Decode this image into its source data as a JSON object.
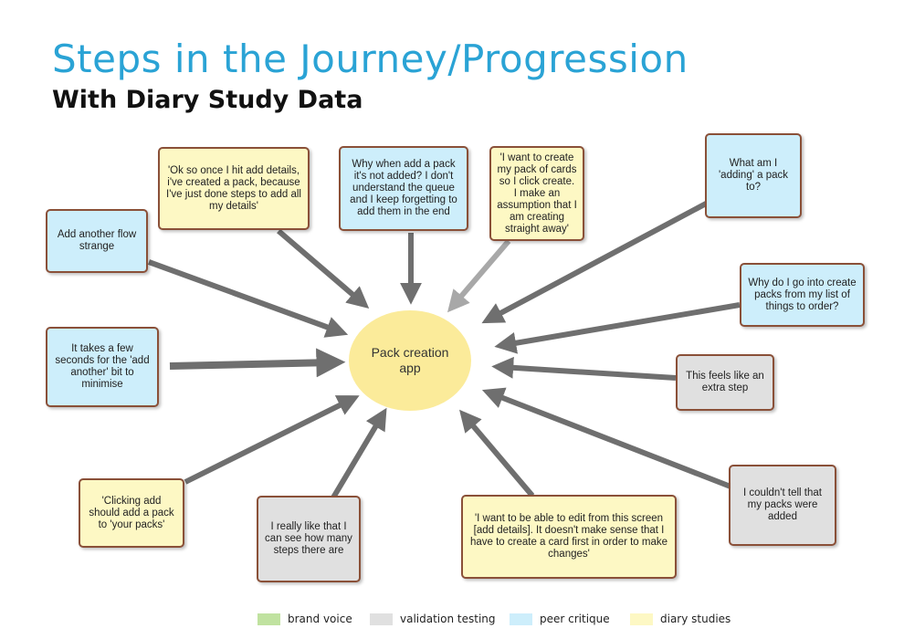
{
  "title": "Steps in the Journey/Progression",
  "subtitle": "With Diary Study Data",
  "center": {
    "label": "Pack creation app"
  },
  "notes": [
    {
      "id": "add-details",
      "text": "'Ok so once I hit add details, i've created a pack, because I've just done steps to add all my details'",
      "category": "diary"
    },
    {
      "id": "queue",
      "text": "Why when add a pack it's not added? I don't understand the queue and I keep forgetting to add them in the end",
      "category": "peer"
    },
    {
      "id": "create-cards",
      "text": "'I want to create my pack of cards so I click create. I make an assumption that I am creating straight away'",
      "category": "diary"
    },
    {
      "id": "adding-to",
      "text": "What am I 'adding' a pack to?",
      "category": "peer"
    },
    {
      "id": "flow-strange",
      "text": "Add another flow strange",
      "category": "peer"
    },
    {
      "id": "create-from-list",
      "text": "Why do I go into create packs from my list of things to order?",
      "category": "peer"
    },
    {
      "id": "add-another-seconds",
      "text": "It takes a few seconds for the 'add another' bit to minimise",
      "category": "peer"
    },
    {
      "id": "extra-step",
      "text": "This feels like an extra step",
      "category": "validation"
    },
    {
      "id": "packs-added",
      "text": "I couldn't tell that my packs were added",
      "category": "validation"
    },
    {
      "id": "clicking-add",
      "text": "'Clicking add should add a pack to 'your packs'",
      "category": "diary"
    },
    {
      "id": "steps-count",
      "text": "I really like that I can see how many steps there are",
      "category": "validation"
    },
    {
      "id": "edit-screen",
      "text": "'I want to be able to edit from this screen [add details]. It doesn't make sense that I have to create a card first in order to make changes'",
      "category": "diary"
    }
  ],
  "legend": [
    {
      "label": "brand voice",
      "color": "#c0e2a0"
    },
    {
      "label": "validation testing",
      "color": "#e0e0e0"
    },
    {
      "label": "peer critique",
      "color": "#cdeefb"
    },
    {
      "label": "diary studies",
      "color": "#fdf8c4"
    }
  ]
}
